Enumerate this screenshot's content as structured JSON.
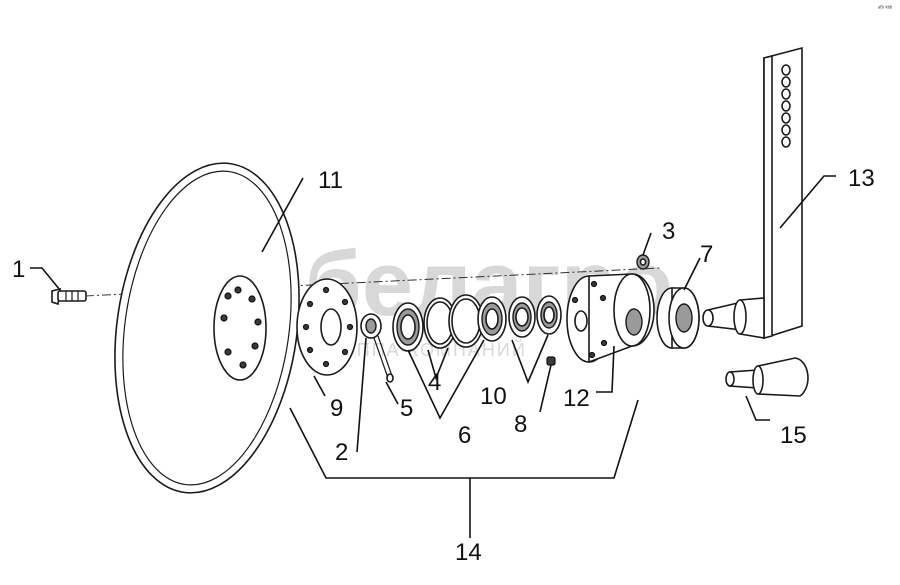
{
  "corner_note": "ᵃᶠᵇ ᵏᵇᵇ",
  "watermark": {
    "brand": "белагро",
    "subtitle": "ГРУППА КОМПАНИЙ"
  },
  "callouts": [
    {
      "id": "1",
      "text": "1"
    },
    {
      "id": "2",
      "text": "2"
    },
    {
      "id": "3",
      "text": "3"
    },
    {
      "id": "4",
      "text": "4"
    },
    {
      "id": "5",
      "text": "5"
    },
    {
      "id": "6",
      "text": "6"
    },
    {
      "id": "7",
      "text": "7"
    },
    {
      "id": "8",
      "text": "8"
    },
    {
      "id": "9",
      "text": "9"
    },
    {
      "id": "10",
      "text": "10"
    },
    {
      "id": "11",
      "text": "11"
    },
    {
      "id": "12",
      "text": "12"
    },
    {
      "id": "13",
      "text": "13"
    },
    {
      "id": "14",
      "text": "14"
    },
    {
      "id": "15",
      "text": "15"
    }
  ],
  "colors": {
    "line": "#1a1a1a",
    "fill_gray": "#9a9a9a",
    "watermark": "#d4d4d4"
  }
}
